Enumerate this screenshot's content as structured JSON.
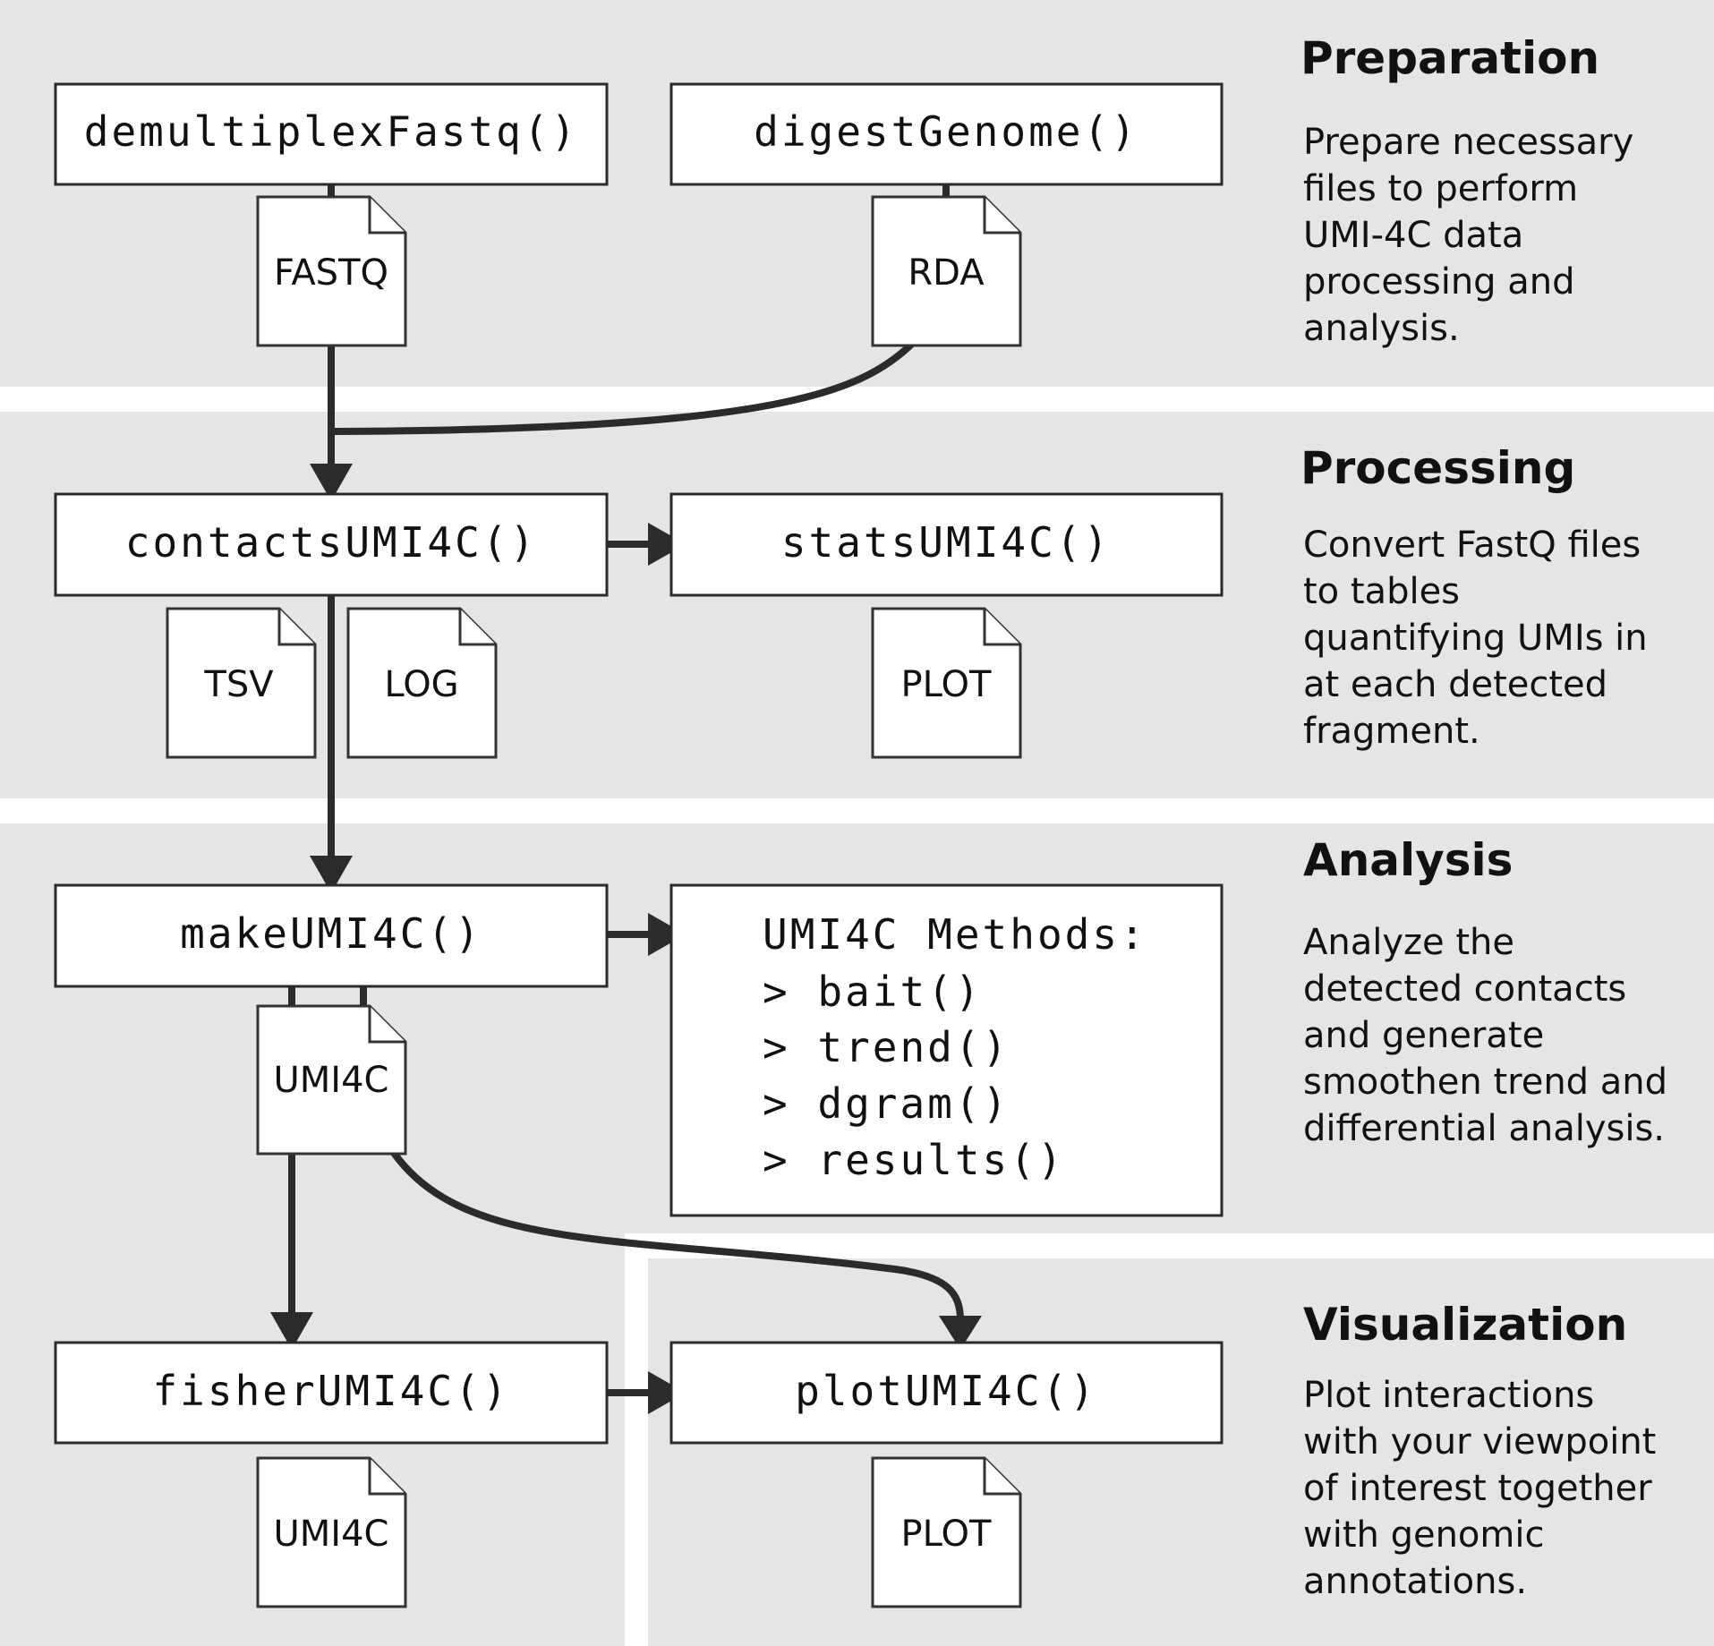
{
  "colors": {
    "band": "#e5e5e5",
    "ink": "#2b2b2b",
    "box_fill": "#ffffff"
  },
  "sections": [
    {
      "title": "Preparation",
      "desc": [
        "Prepare necessary",
        "files to perform",
        "UMI-4C data",
        "processing and",
        "analysis."
      ]
    },
    {
      "title": "Processing",
      "desc": [
        "Convert FastQ files",
        "to tables",
        "quantifying UMIs in",
        "at each detected",
        "fragment."
      ]
    },
    {
      "title": "Analysis",
      "desc": [
        "Analyze the",
        "detected contacts",
        "and generate",
        "smoothen trend and",
        "differential analysis."
      ]
    },
    {
      "title": "Visualization",
      "desc": [
        "Plot interactions",
        "with your viewpoint",
        "of interest together",
        "with genomic",
        "annotations."
      ]
    }
  ],
  "functions": {
    "demultiplex": "demultiplexFastq()",
    "digest": "digestGenome()",
    "contacts": "contactsUMI4C()",
    "stats": "statsUMI4C()",
    "make": "makeUMI4C()",
    "fisher": "fisherUMI4C()",
    "plot": "plotUMI4C()"
  },
  "methods": {
    "heading": "UMI4C Methods:",
    "items": [
      "> bait()",
      "> trend()",
      "> dgram()",
      "> results()"
    ]
  },
  "files": {
    "fastq": "FASTQ",
    "rda": "RDA",
    "tsv": "TSV",
    "log": "LOG",
    "stats_plot": "PLOT",
    "umi4c": "UMI4C",
    "fisher_umi4c": "UMI4C",
    "viz_plot": "PLOT"
  }
}
